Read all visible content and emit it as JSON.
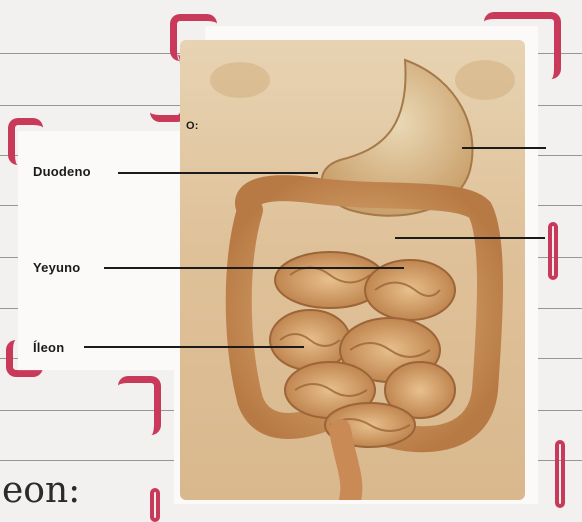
{
  "diagram": {
    "labels": {
      "duodeno": "Duodeno",
      "yeyuno": "Yeyuno",
      "ileon": "Íleon",
      "partial_top": "O:"
    },
    "handwriting": "eon:",
    "colors": {
      "background": "#f3f1ef",
      "accent_pink": "#c93a5a",
      "skin": "#dfc199",
      "intestine": "#c98a55"
    }
  }
}
